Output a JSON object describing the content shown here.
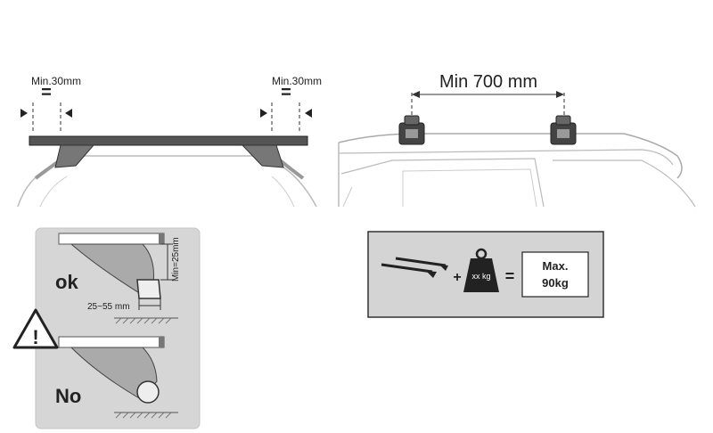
{
  "top_left": {
    "left_clearance": "Min.30mm",
    "right_clearance": "Min.30mm",
    "equals_sign": "="
  },
  "top_right": {
    "spacing_label": "Min 700 mm"
  },
  "mount_panel": {
    "ok_label": "ok",
    "no_label": "No",
    "height_label": "Min=25mm",
    "width_label": "25~55 mm",
    "warning_symbol": "!"
  },
  "load_panel": {
    "plus": "+",
    "equals": "=",
    "weight_label": "xx kg",
    "max_line1": "Max.",
    "max_line2": "90kg"
  },
  "colors": {
    "bar": "#555555",
    "panel_bg": "#d6d6d6",
    "load_bg": "#d4d4d4",
    "outline": "#333333"
  }
}
